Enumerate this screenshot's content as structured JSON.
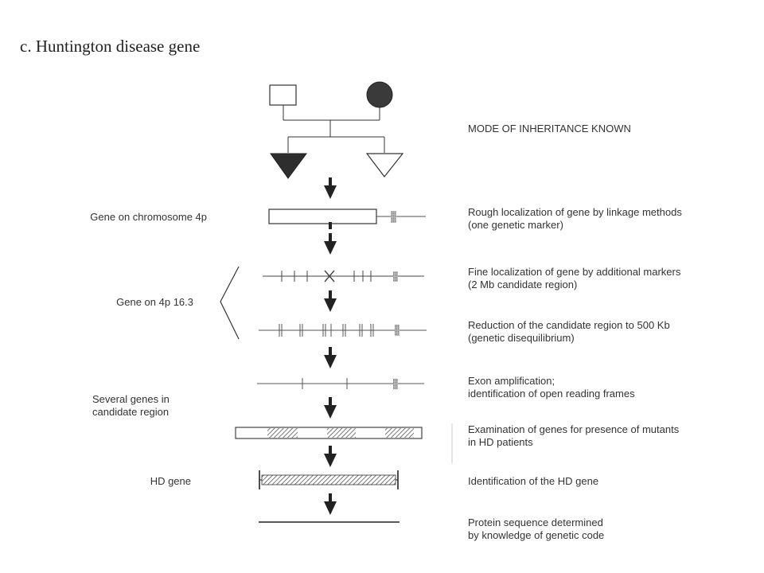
{
  "title": "c. Huntington disease gene",
  "left_labels": {
    "chromosome": "Gene on chromosome 4p",
    "band": "Gene on 4p 16.3",
    "several_line1": "Several genes in",
    "several_line2": "candidate region",
    "hd_gene": "HD gene"
  },
  "steps": {
    "mode": "MODE OF INHERITANCE KNOWN",
    "rough_line1": "Rough localization of gene by linkage methods",
    "rough_line2": "(one genetic marker)",
    "fine_line1": "Fine localization of gene by additional markers",
    "fine_line2": "(2 Mb candidate region)",
    "reduction_line1": "Reduction of the candidate region to 500 Kb",
    "reduction_line2": "(genetic disequilibrium)",
    "exon_line1": "Exon amplification;",
    "exon_line2": "identification of open reading frames",
    "exam_line1": "Examination of genes for presence of mutants",
    "exam_line2": "in HD patients",
    "ident": "Identification of the HD gene",
    "protein_line1": "Protein sequence determined",
    "protein_line2": "by knowledge of genetic code"
  }
}
